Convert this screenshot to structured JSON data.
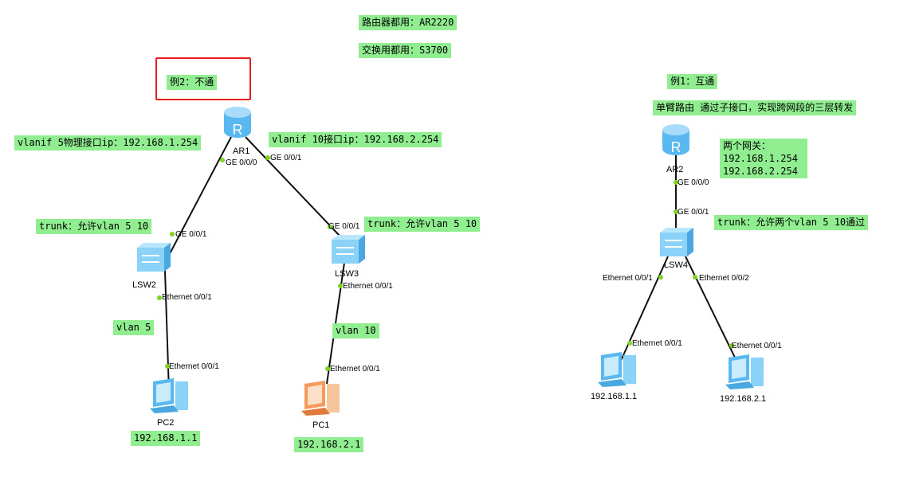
{
  "notes": {
    "router_model": "路由器都用：AR2220",
    "switch_model": "交换用都用：S3700",
    "example2": "例2：不通",
    "ar1_vlanif5": "vlanif 5物理接口ip：192.168.1.254",
    "ar1_vlanif10": "vlanif 10接口ip：192.168.2.254",
    "lsw2_trunk": "trunk：允许vlan 5 10",
    "lsw3_trunk": "trunk：允许vlan 5 10",
    "vlan5": "vlan 5",
    "vlan10": "vlan 10",
    "pc2_ip": "192.168.1.1",
    "pc1_ip": "192.168.2.1",
    "example1": "例1：互通",
    "example1_desc": "单臂路由 通过子接口，实现跨网段的三层转发",
    "gateways_title": "两个网关：",
    "gateway1": "192.168.1.254",
    "gateway2": "192.168.2.254",
    "lsw4_trunk": "trunk：允许两个vlan 5 10通过"
  },
  "devices": {
    "ar1": "AR1",
    "lsw2": "LSW2",
    "lsw3": "LSW3",
    "pc2": "PC2",
    "pc1": "PC1",
    "ar2": "AR2",
    "lsw4": "LSW4",
    "pc_left_ip": "192.168.1.1",
    "pc_right_ip": "192.168.2.1"
  },
  "ports": {
    "ar1_g0": "GE 0/0/0",
    "ar1_g1": "GE 0/0/1",
    "lsw2_g1": "GE 0/0/1",
    "lsw2_e1": "Ethernet 0/0/1",
    "pc2_e1": "Ethernet 0/0/1",
    "lsw3_g1": "GE 0/0/1",
    "lsw3_e1": "Ethernet 0/0/1",
    "pc1_e1": "Ethernet 0/0/1",
    "ar2_g0": "GE 0/0/0",
    "lsw4_g1": "GE 0/0/1",
    "lsw4_e1": "Ethernet 0/0/1",
    "lsw4_e2": "Ethernet 0/0/2",
    "pcl_e1": "Ethernet 0/0/1",
    "pcr_e1": "Ethernet 0/0/1"
  },
  "colors": {
    "note_bg": "#90ee90",
    "highlight": "#e61e1e",
    "port_dot": "#7ed321",
    "device": "#5ab8f0",
    "pc1": "#f59a5a"
  }
}
